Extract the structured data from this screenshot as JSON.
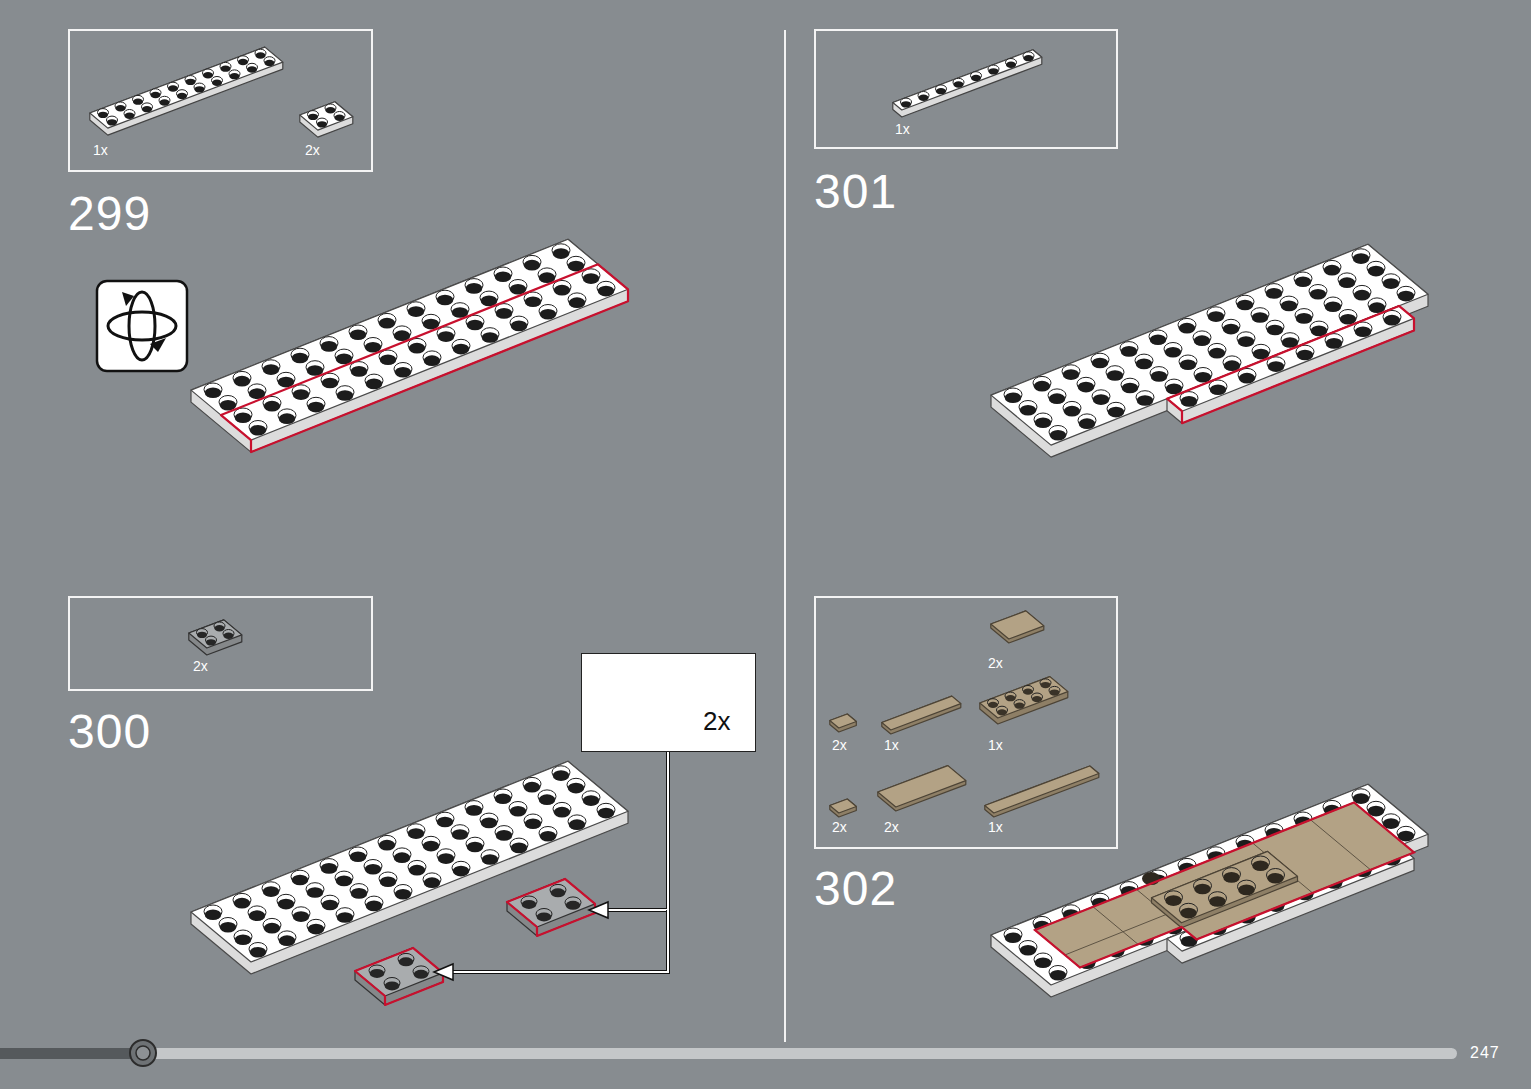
{
  "diagram": {
    "nodes": [
      {
        "text": [
          "1x",
          "2x"
        ]
      },
      {
        "text": [
          "2x"
        ]
      },
      {
        "text": [
          "2x"
        ]
      },
      {
        "text": [
          "1x"
        ]
      },
      {
        "text": [
          "2x",
          "2x",
          "1x",
          "1x",
          "2x",
          "2x",
          "1x"
        ]
      }
    ],
    "labels": [
      "299",
      "300",
      "301",
      "302",
      "247"
    ]
  }
}
